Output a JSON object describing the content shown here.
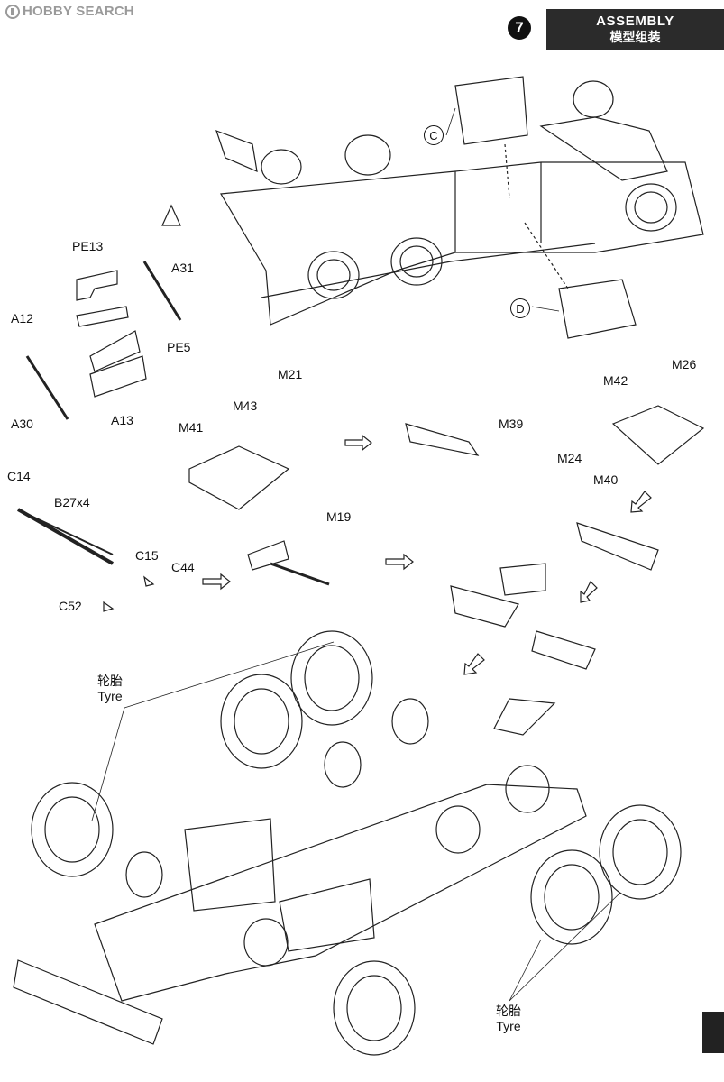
{
  "watermark": {
    "text": "HOBBY SEARCH"
  },
  "header": {
    "step": "7",
    "title_en": "ASSEMBLY",
    "title_zh": "模型组装"
  },
  "callouts": {
    "c": "C",
    "d": "D"
  },
  "parts": {
    "pe13": "PE13",
    "a31": "A31",
    "a12": "A12",
    "pe5": "PE5",
    "a30": "A30",
    "a13": "A13",
    "m21": "M21",
    "m43": "M43",
    "m41": "M41",
    "m39": "M39",
    "m42": "M42",
    "m26": "M26",
    "m24": "M24",
    "m40": "M40",
    "c14": "C14",
    "b27x4": "B27x4",
    "c15": "C15",
    "c44": "C44",
    "c52": "C52",
    "m19": "M19"
  },
  "tyre_labels": [
    {
      "zh": "轮胎",
      "en": "Tyre"
    },
    {
      "zh": "轮胎",
      "en": "Tyre"
    }
  ]
}
